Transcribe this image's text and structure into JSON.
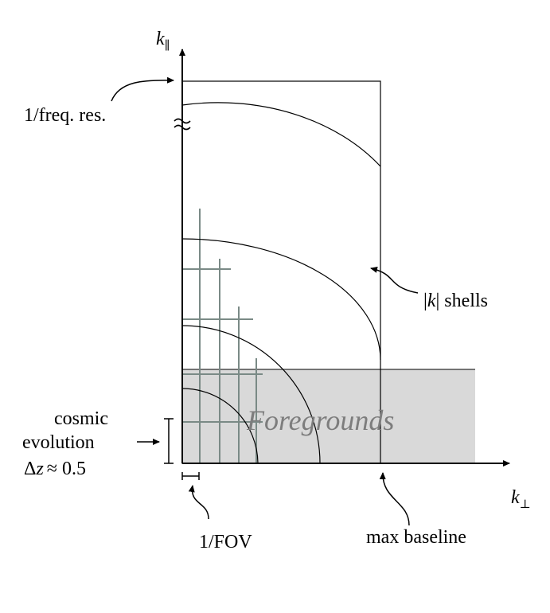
{
  "axes": {
    "y_label_main": "k",
    "y_label_sub": "∥",
    "x_label_main": "k",
    "x_label_sub": "⊥"
  },
  "labels": {
    "freq_res": "1/freq. res.",
    "k_shells_bar_open": "|",
    "k_shells_k": "k",
    "k_shells_bar_close": "|",
    "k_shells_text": "shells",
    "foregrounds": "Foregrounds",
    "cosmic_line1": "cosmic",
    "cosmic_line2": "evolution",
    "cosmic_delta": "Δ",
    "cosmic_z": "z",
    "cosmic_rest": "≈ 0.5",
    "fov": "1/FOV",
    "max_baseline": "max baseline"
  },
  "colors": {
    "foreground_fill": "#d9d9d9",
    "grid_lines": "#7a8a86",
    "foreground_text": "#7d7d7d",
    "ink": "#000000"
  }
}
